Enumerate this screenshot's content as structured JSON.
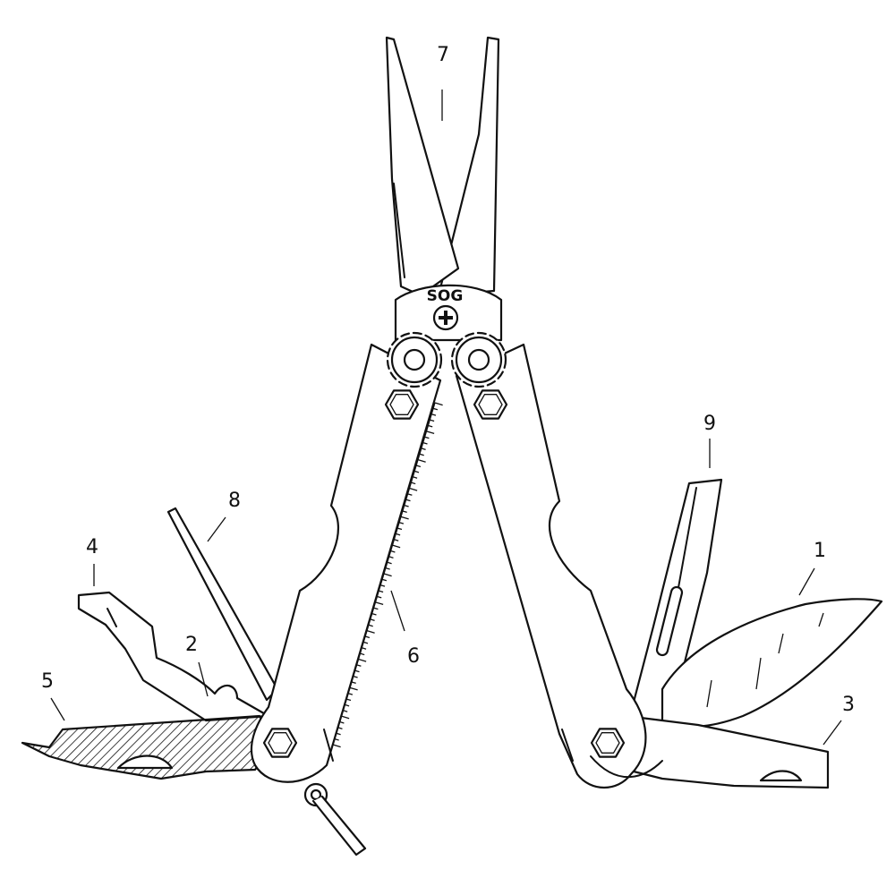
{
  "title": "Multi-tool parts diagram",
  "brand": "SOG",
  "callouts": [
    {
      "id": "1",
      "label": "1"
    },
    {
      "id": "2",
      "label": "2"
    },
    {
      "id": "3",
      "label": "3"
    },
    {
      "id": "4",
      "label": "4"
    },
    {
      "id": "5",
      "label": "5"
    },
    {
      "id": "6",
      "label": "6"
    },
    {
      "id": "7",
      "label": "7"
    },
    {
      "id": "8",
      "label": "8"
    },
    {
      "id": "9",
      "label": "9"
    }
  ],
  "colors": {
    "line": "#111111",
    "background": "#ffffff"
  }
}
